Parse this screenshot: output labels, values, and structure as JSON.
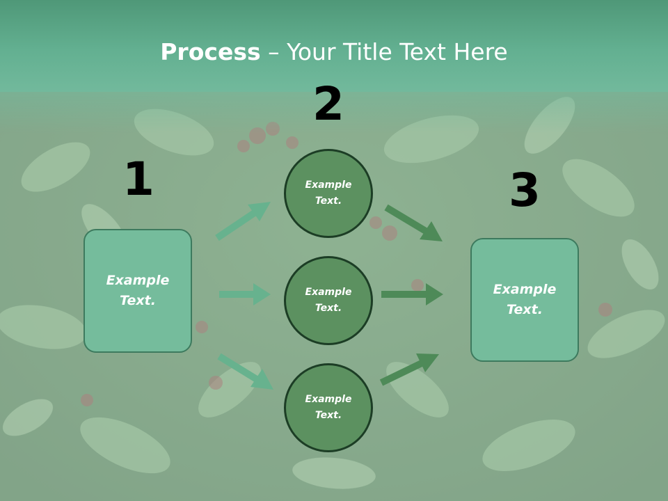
{
  "title": {
    "bold": "Process",
    "rest": " – Your Title Text Here"
  },
  "steps": [
    {
      "number": "1",
      "text": "Example Text."
    },
    {
      "number": "2",
      "text": "Example Text."
    },
    {
      "number": "3",
      "text": "Example Text."
    }
  ],
  "circles": [
    {
      "text": "Example Text."
    },
    {
      "text": "Example Text."
    },
    {
      "text": "Example Text."
    }
  ],
  "colors": {
    "header": "#63b091",
    "box_fill": "#75bc9c",
    "circle_fill": "#5c9160",
    "arrow_left": "#67b28e",
    "arrow_right": "#4e8a58"
  }
}
